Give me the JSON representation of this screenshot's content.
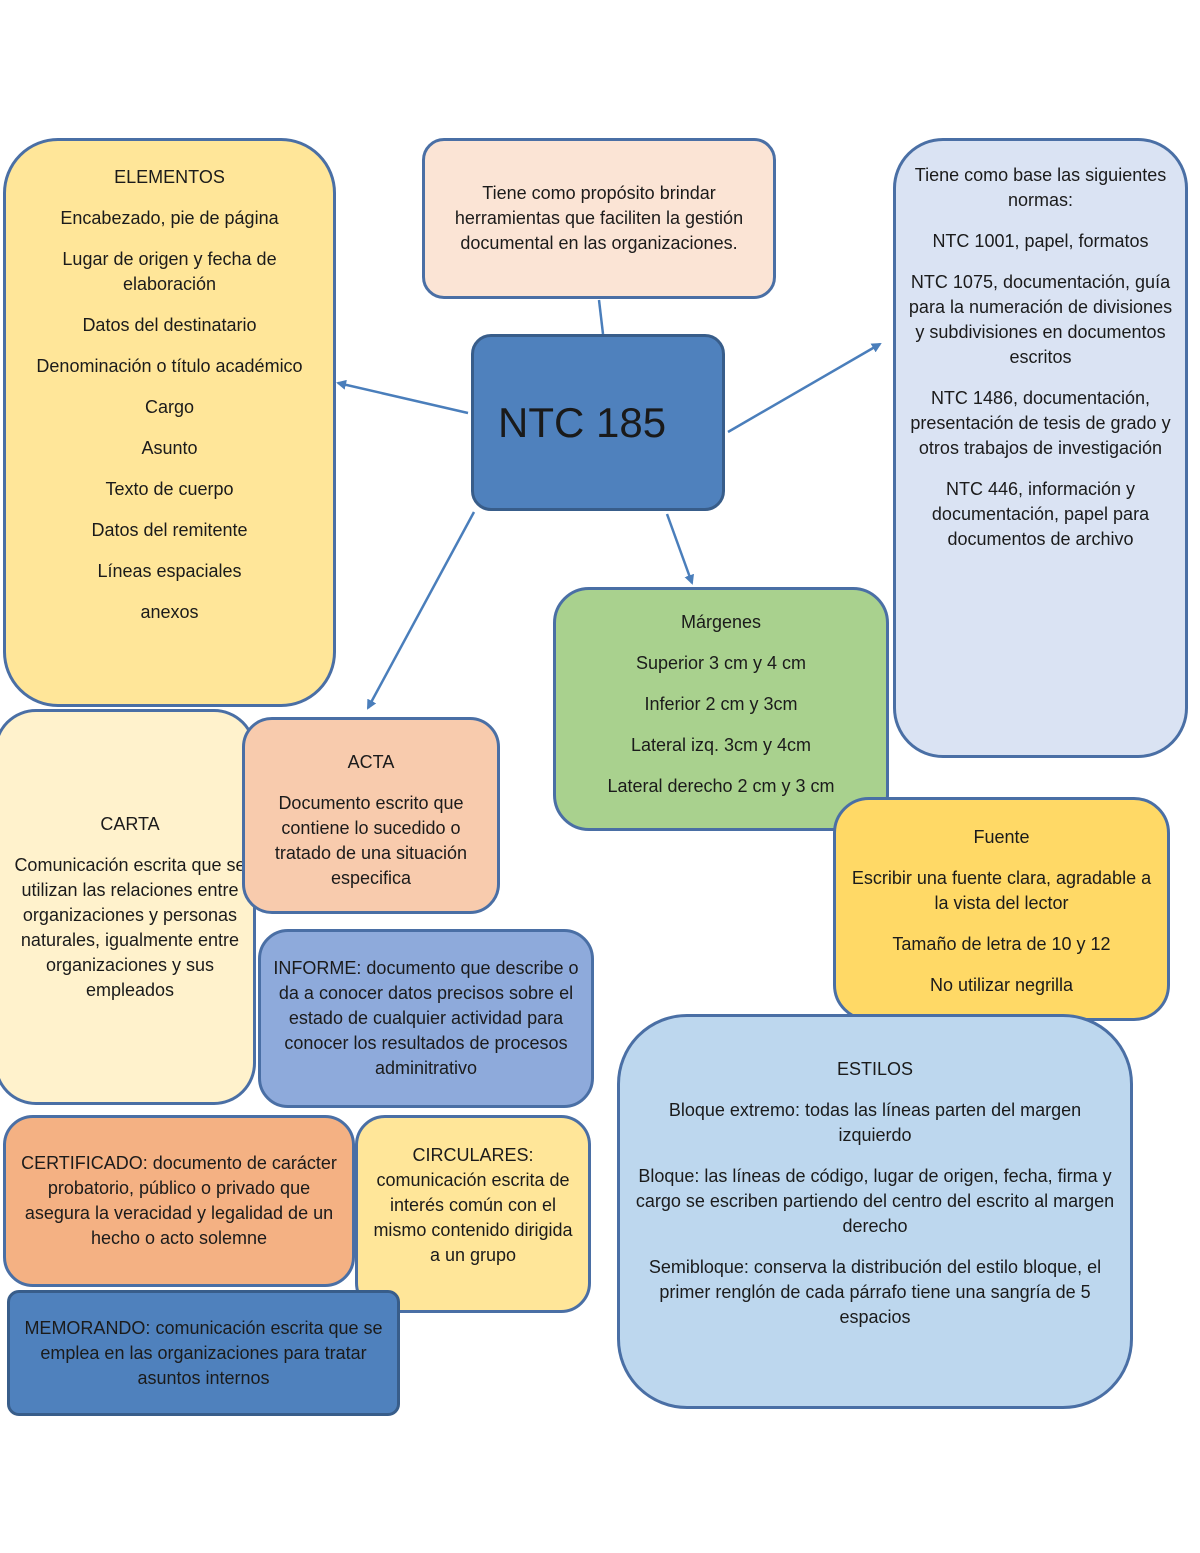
{
  "center": {
    "title": "NTC 185"
  },
  "proposito": {
    "text": "Tiene como propósito brindar herramientas que faciliten la gestión documental en las organizaciones."
  },
  "elementos": {
    "title": "ELEMENTOS",
    "items": [
      "Encabezado, pie de página",
      "Lugar de origen y fecha de elaboración",
      "Datos del destinatario",
      "Denominación o título académico",
      "Cargo",
      "Asunto",
      "Texto de cuerpo",
      "Datos del remitente",
      "Líneas espaciales",
      "anexos"
    ]
  },
  "normas": {
    "intro": "Tiene como base las siguientes normas:",
    "items": [
      "NTC 1001, papel, formatos",
      "NTC 1075, documentación, guía para la numeración de divisiones y subdivisiones en documentos escritos",
      "NTC 1486, documentación, presentación de tesis de grado y otros trabajos de investigación",
      "NTC 446, información y documentación, papel para documentos de archivo"
    ]
  },
  "margenes": {
    "title": "Márgenes",
    "items": [
      "Superior 3 cm y 4 cm",
      "Inferior 2 cm y 3cm",
      "Lateral izq. 3cm y 4cm",
      "Lateral derecho 2 cm y 3 cm"
    ]
  },
  "fuente": {
    "title": "Fuente",
    "items": [
      "Escribir una fuente clara, agradable a la vista del lector",
      "Tamaño de letra de 10 y 12",
      "No utilizar negrilla"
    ]
  },
  "carta": {
    "title": "CARTA",
    "text": "Comunicación escrita que se utilizan las relaciones entre organizaciones y personas naturales, igualmente entre organizaciones y sus empleados"
  },
  "acta": {
    "title": "ACTA",
    "text": "Documento escrito que contiene lo sucedido o tratado de una situación especifica"
  },
  "informe": {
    "text": "INFORME: documento que describe o da a conocer datos precisos sobre el estado de cualquier actividad para conocer los resultados de procesos adminitrativo"
  },
  "certificado": {
    "text": "CERTIFICADO: documento de carácter probatorio, público o privado que asegura la veracidad y legalidad de un hecho o acto solemne"
  },
  "circulares": {
    "title": "CIRCULARES:",
    "text": "comunicación escrita de interés común con el mismo contenido dirigida a un grupo"
  },
  "memorando": {
    "text": "MEMORANDO: comunicación escrita que se emplea en las organizaciones para tratar asuntos internos"
  },
  "estilos": {
    "title": "ESTILOS",
    "items": [
      "Bloque extremo: todas las líneas parten del margen izquierdo",
      "Bloque: las líneas de código, lugar de origen, fecha, firma y cargo se escriben partiendo del centro del escrito al margen derecho",
      "Semibloque: conserva la distribución del estilo bloque, el primer renglón de cada párrafo tiene una sangría de 5 espacios"
    ]
  }
}
